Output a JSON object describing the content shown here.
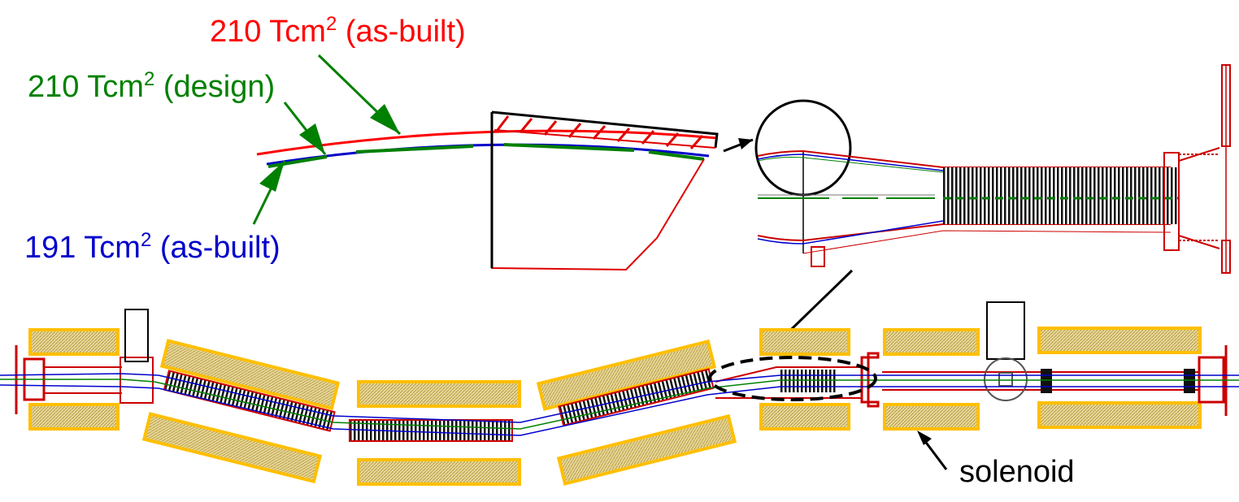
{
  "labels": {
    "red": {
      "value": "210 Tcm",
      "sup": "2",
      "suffix": " (as-built)"
    },
    "green": {
      "value": "210 Tcm",
      "sup": "2",
      "suffix": " (design)"
    },
    "blue": {
      "value": "191 Tcm",
      "sup": "2",
      "suffix": " (as-built)"
    },
    "solenoid": "solenoid"
  },
  "colors": {
    "red": "#ff0000",
    "green": "#008000",
    "blue": "#0000cc",
    "solenoid_fill": "#d9c27a",
    "solenoid_edge": "#ffbf00"
  }
}
